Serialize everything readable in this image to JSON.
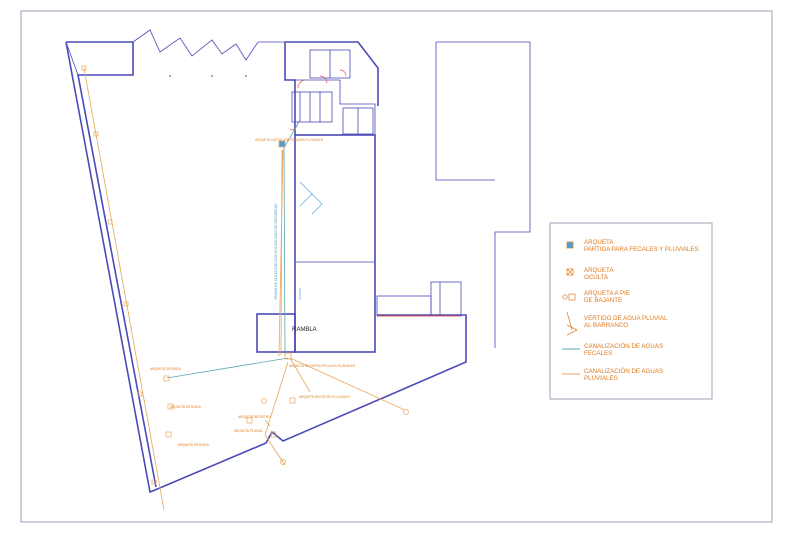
{
  "colors": {
    "walls": "#4a4ab8",
    "pluviales": "#e8a65a",
    "fecales": "#5aa6b0",
    "labels": "#e07a1e",
    "vertido": "#e05050",
    "arqueta_fill": "#4aa0d8"
  },
  "plan": {
    "room_label": "RAMBLA",
    "vertical_label": "TRAMO DE COLECTOR CON ENCAMISADO DE SEGURIDAD",
    "labels": {
      "a1": "ARQUETA CAPTACIÓN FECALES PLUVIALES",
      "a2": "ARQUETA REGISTRO FECALES PLUVIALES",
      "a3": "ARQUETA SIFONICA",
      "a4": "ARQUETA SIFONICA",
      "a5": "ARQUETA SIFONICA",
      "a6": "ARQUETA PLUVIAL",
      "a7": "ARQUETA REGISTRO PLUVIALES",
      "a8": "ARQUETA REGISTRO"
    }
  },
  "legend": {
    "items": [
      {
        "symbol": "arqueta-partida",
        "line1": "ARQUETA",
        "line2": "PARTIDA PARA FECALES Y PLUVIALES"
      },
      {
        "symbol": "arqueta-oculta",
        "line1": "ARQUETA",
        "line2": "OCULTA"
      },
      {
        "symbol": "arqueta-pie-bajante",
        "line1": "ARQUETA A PIE",
        "line2": "DE BAJANTE"
      },
      {
        "symbol": "vertido",
        "line1": "VERTIDO DE AGUA PLUVIAL",
        "line2": "AL BARRANCO"
      },
      {
        "symbol": "line-fecales",
        "line1": "CANALIZACIÓN DE AGUAS",
        "line2": "FECALES"
      },
      {
        "symbol": "line-pluviales",
        "line1": "CANALIZACIÓN DE AGUAS",
        "line2": "PLUVIALES"
      }
    ]
  }
}
